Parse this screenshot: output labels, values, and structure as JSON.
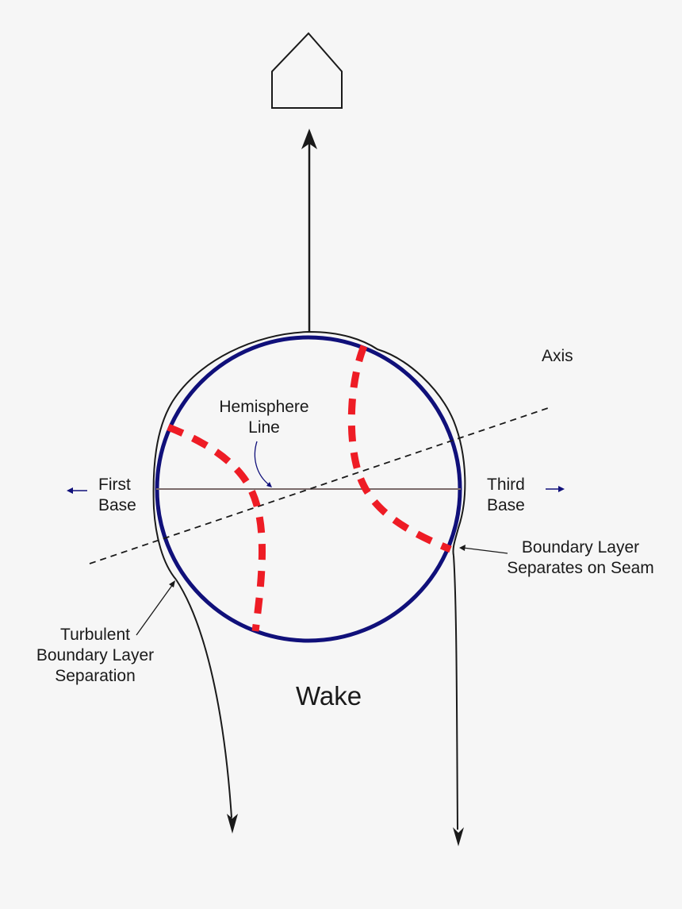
{
  "labels": {
    "axis": "Axis",
    "hemisphere_line_1": "Hemisphere",
    "hemisphere_line_2": "Line",
    "first_base_1": "First",
    "first_base_2": "Base",
    "third_base_1": "Third",
    "third_base_2": "Base",
    "separates_seam_1": "Boundary Layer",
    "separates_seam_2": "Separates on Seam",
    "turbulent_1": "Turbulent",
    "turbulent_2": "Boundary Layer",
    "turbulent_3": "Separation",
    "wake": "Wake"
  },
  "colors": {
    "background": "#f6f6f6",
    "ball_outline": "#10107a",
    "seam": "#ee1c25",
    "flow_line": "#1a1a1a",
    "hemisphere_line": "#7a6a6a",
    "direction_arrow": "#10107a"
  },
  "icons": {
    "home_plate": "home-plate-icon"
  }
}
